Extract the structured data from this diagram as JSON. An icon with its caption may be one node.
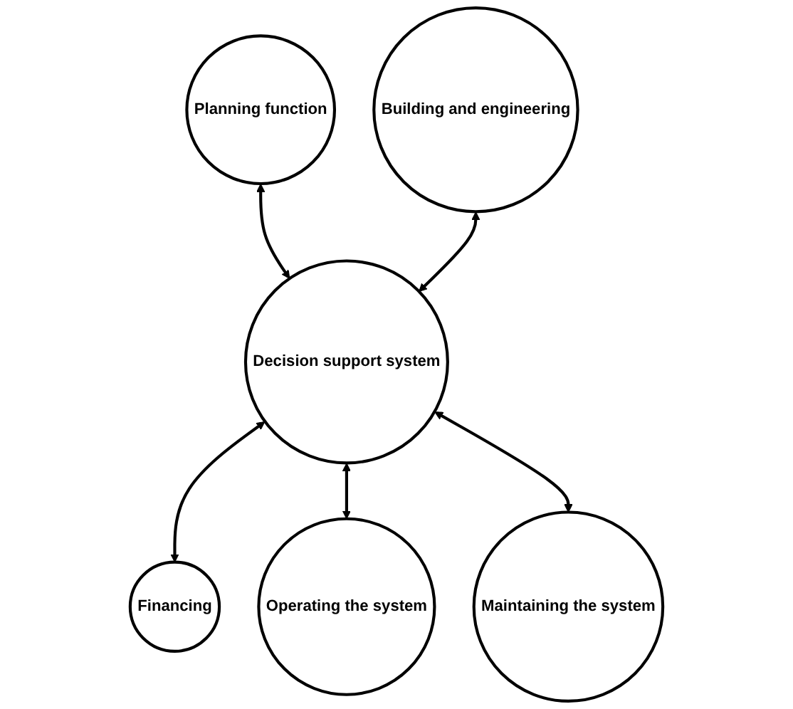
{
  "diagram": {
    "nodes": [
      {
        "text": [
          "Planning function"
        ]
      },
      {
        "text": [
          "Building and engineering"
        ]
      },
      {
        "text": [
          "Decision support system"
        ]
      },
      {
        "text": [
          "Financing"
        ]
      },
      {
        "text": [
          "Maintaining the system"
        ]
      },
      {
        "text": [
          "Operating the system"
        ]
      }
    ],
    "edges": [
      {
        "from": 0,
        "to": 2,
        "arrow": "both"
      },
      {
        "from": 1,
        "to": 2,
        "arrow": "both"
      },
      {
        "from": 2,
        "to": 3,
        "arrow": "both"
      },
      {
        "from": 2,
        "to": 5,
        "arrow": "both"
      },
      {
        "from": 2,
        "to": 4,
        "arrow": "both"
      }
    ]
  }
}
